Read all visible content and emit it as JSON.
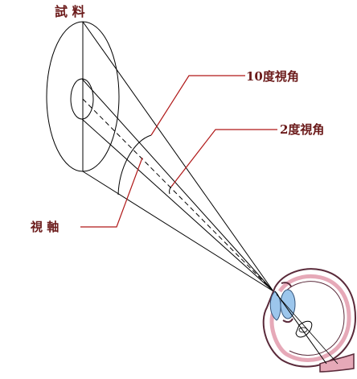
{
  "labels": {
    "specimen": "試 料",
    "view_10deg": "10度視角",
    "view_2deg": "2度視角",
    "visual_axis": "視 軸"
  },
  "colors": {
    "line": "#000000",
    "leader": "#b01818",
    "label": "#6b1a1a",
    "eye_outer": "#5a2a3a",
    "eye_pink": "#e6a9b8",
    "eye_blue": "#9cc6ec"
  }
}
